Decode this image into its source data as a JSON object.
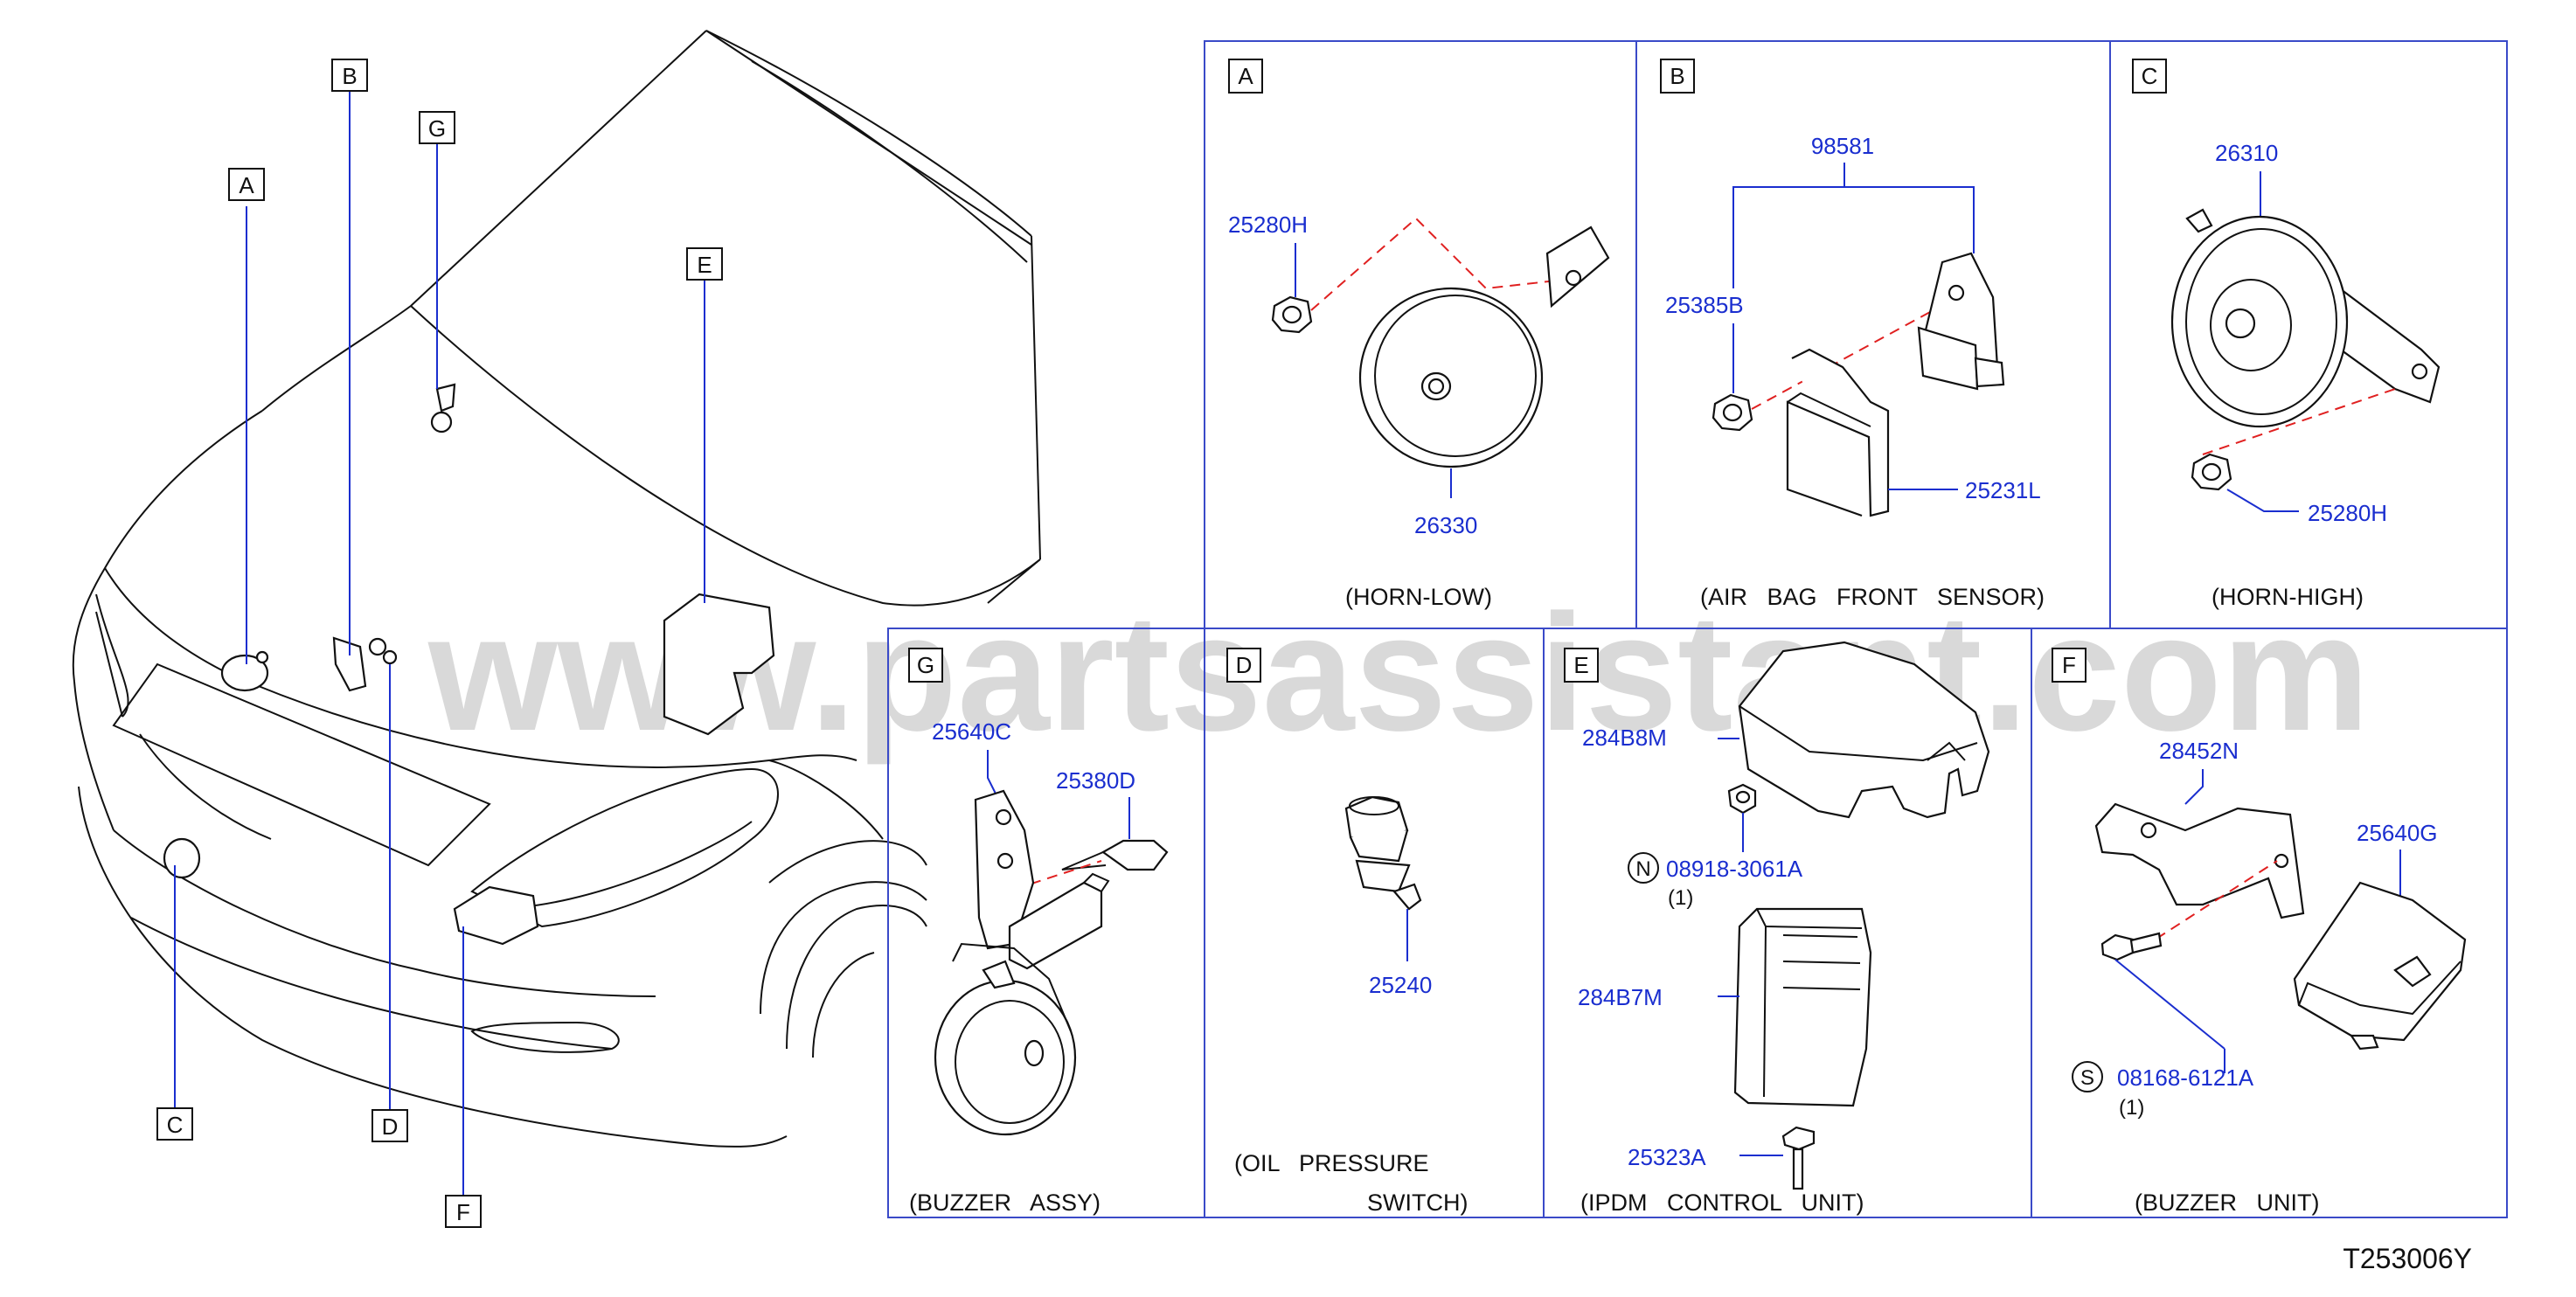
{
  "watermark": "www.partsassistant.com",
  "figure_code": "T253006Y",
  "car_callouts": [
    "A",
    "B",
    "C",
    "D",
    "E",
    "F",
    "G"
  ],
  "panels": {
    "A": {
      "letter": "A",
      "caption": "(HORN-LOW)",
      "parts": [
        "25280H",
        "26330"
      ]
    },
    "B": {
      "letter": "B",
      "caption": "(AIR   BAG   FRONT   SENSOR)",
      "parts": [
        "98581",
        "25385B",
        "25231L"
      ]
    },
    "C": {
      "letter": "C",
      "caption": "(HORN-HIGH)",
      "parts": [
        "26310",
        "25280H"
      ]
    },
    "G": {
      "letter": "G",
      "caption": "(BUZZER   ASSY)",
      "parts": [
        "25640C",
        "25380D"
      ]
    },
    "D": {
      "letter": "D",
      "caption_line1": "(OIL   PRESSURE",
      "caption_line2": "SWITCH)",
      "parts": [
        "25240"
      ]
    },
    "E": {
      "letter": "E",
      "caption": "(IPDM   CONTROL   UNIT)",
      "parts": [
        "284B8M",
        "08918-3061A",
        "284B7M",
        "25323A"
      ],
      "qty": "(1)",
      "prefix_symbol": "N"
    },
    "F": {
      "letter": "F",
      "caption": "(BUZZER   UNIT)",
      "parts": [
        "28452N",
        "25640G",
        "08168-6121A"
      ],
      "qty": "(1)",
      "prefix_symbol": "S"
    }
  },
  "colors": {
    "part_number": "#1a2ecf",
    "dashed_line": "#e02020",
    "panel_border": "#3a4ac8"
  }
}
